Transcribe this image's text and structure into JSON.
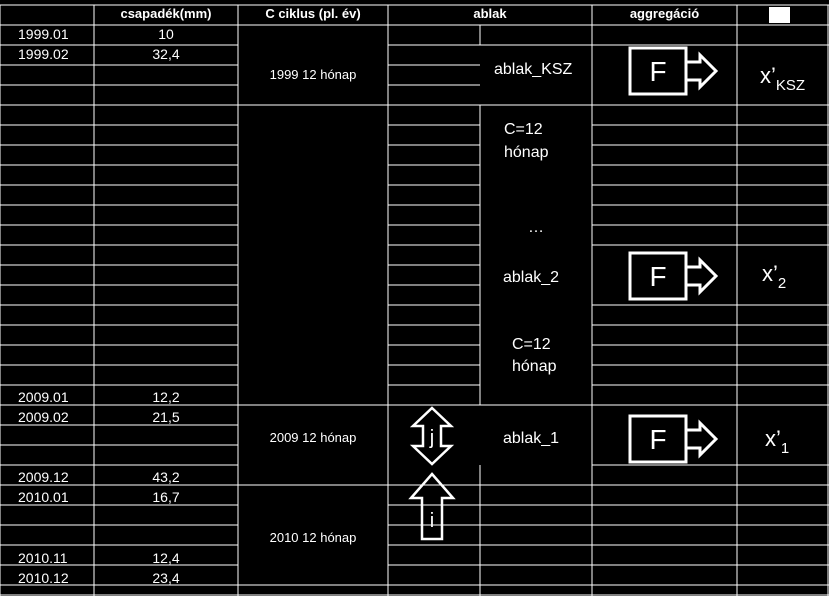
{
  "headers": {
    "precip": "csapadék(mm)",
    "cycle": "C ciklus (pl. év)",
    "window": "ablak",
    "aggregation": "aggregáció"
  },
  "rows": [
    {
      "date": "1999.01",
      "value": "10"
    },
    {
      "date": "1999.02",
      "value": "32,4"
    },
    {
      "date": "2009.01",
      "value": "12,2"
    },
    {
      "date": "2009.02",
      "value": "21,5"
    },
    {
      "date": "2009.12",
      "value": "43,2"
    },
    {
      "date": "2010.01",
      "value": "16,7"
    },
    {
      "date": "2010.11",
      "value": "12,4"
    },
    {
      "date": "2010.12",
      "value": "23,4"
    }
  ],
  "cycles": [
    "1999 12 hónap",
    "2009 12 hónap",
    "2010 12 hónap"
  ],
  "windows": {
    "ablak_ksz": "ablak_KSZ",
    "c_label_1a": "C=12",
    "c_label_1b": "hónap",
    "ellipsis": "…",
    "ablak_2": "ablak_2",
    "c_label_2a": "C=12",
    "c_label_2b": "hónap",
    "ablak_1": "ablak_1"
  },
  "aggregation": {
    "f_label": "F",
    "x_main": "x’",
    "sub_ksz": "KSZ",
    "sub_2": "2",
    "sub_1": "1"
  },
  "arrows": {
    "j_label": "j",
    "i_label": "i"
  },
  "colors": {
    "background": "#000000",
    "foreground": "#ffffff",
    "gridline": "#ffffff"
  }
}
